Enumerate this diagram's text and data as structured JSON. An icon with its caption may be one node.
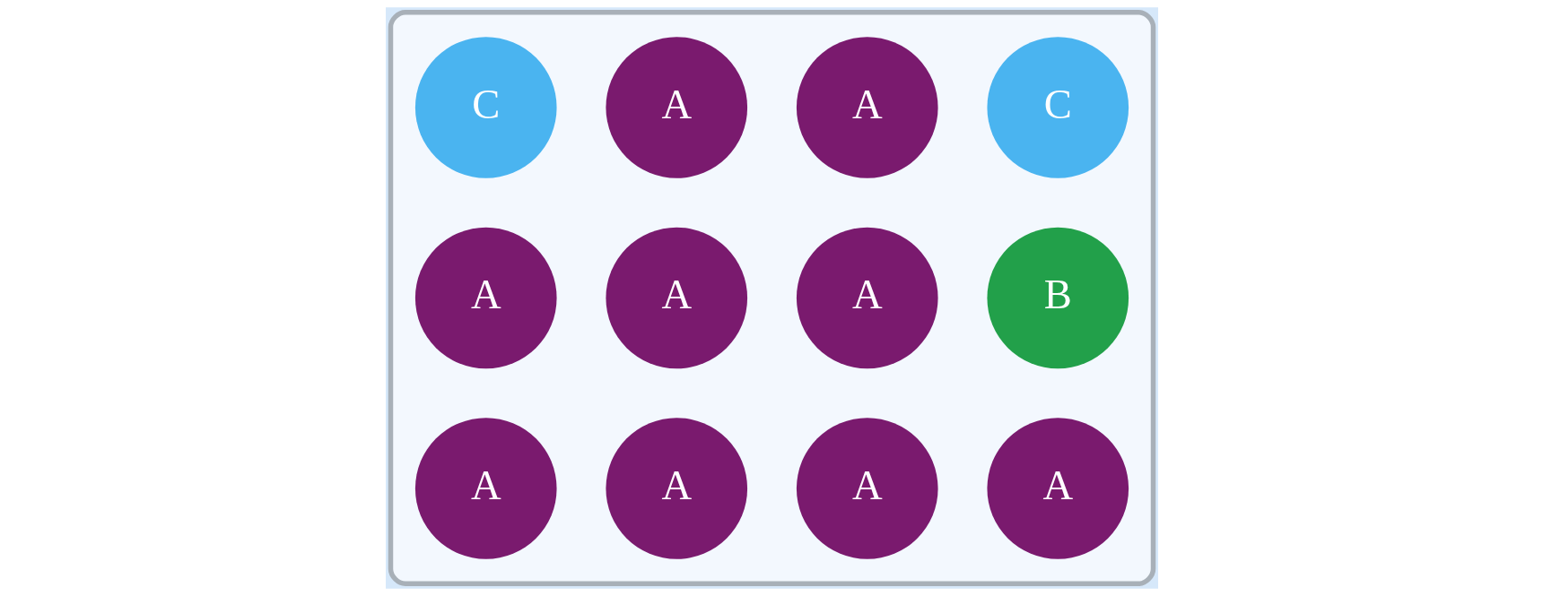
{
  "diagram": {
    "nodes": [
      {
        "text": [],
        "shape": "box"
      },
      {
        "text": [
          "C"
        ],
        "in": 0
      },
      {
        "text": [
          "A"
        ],
        "in": 0
      },
      {
        "text": [
          "A"
        ],
        "in": 0
      },
      {
        "text": [
          "C"
        ],
        "in": 0
      },
      {
        "text": [
          "A"
        ],
        "in": 0
      },
      {
        "text": [
          "A"
        ],
        "in": 0
      },
      {
        "text": [
          "A"
        ],
        "in": 0
      },
      {
        "text": [
          "B"
        ],
        "in": 0
      },
      {
        "text": [
          "A"
        ],
        "in": 0
      },
      {
        "text": [
          "A"
        ],
        "in": 0
      },
      {
        "text": [
          "A"
        ],
        "in": 0
      },
      {
        "text": [
          "A"
        ],
        "in": 0
      }
    ],
    "edges": []
  }
}
